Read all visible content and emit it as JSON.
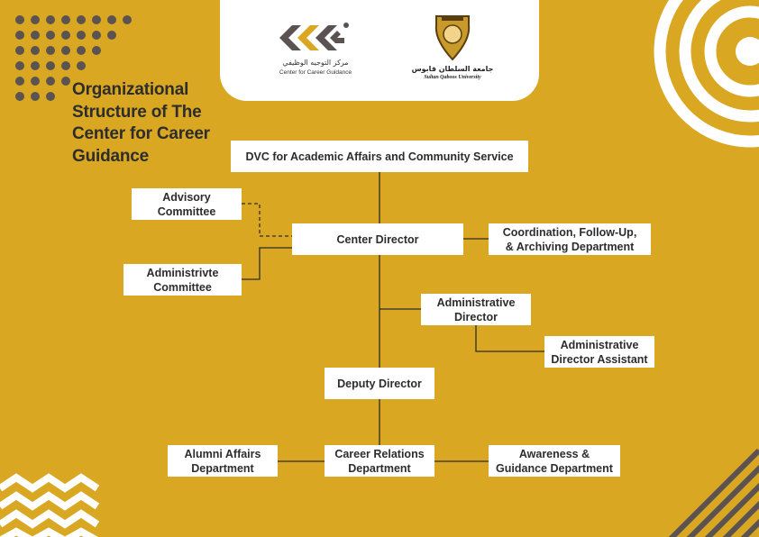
{
  "logos": {
    "ccg": {
      "name_ar": "مركز التوجيه الوظيفي",
      "name_en": "Center for Career Guidance"
    },
    "university": {
      "name_ar": "جامعة السلطان قابوس",
      "name_en": "Sultan Qaboos University"
    }
  },
  "title": "Organizational Structure of The Center for Career Guidance",
  "colors": {
    "background": "#d9a722",
    "box": "#ffffff",
    "text": "#2d2d2d",
    "connector": "#2d2d2d"
  },
  "org_chart": {
    "nodes": {
      "dvc": "DVC for Academic Affairs and Community Service",
      "advisory": "Advisory\nCommittee",
      "center_director": "Center Director",
      "coordination": "Coordination, Follow-Up,\n& Archiving Department",
      "administrative_committee": "Administrivte\nCommittee",
      "administrative_director": "Administrative\nDirector",
      "administrative_assistant": "Administrative\nDirector Assistant",
      "deputy_director": "Deputy Director",
      "alumni": "Alumni Affairs\nDepartment",
      "career_relations": "Career Relations\nDepartment",
      "awareness": "Awareness &\nGuidance Department"
    },
    "edges": [
      {
        "from": "dvc",
        "to": "center_director",
        "style": "solid"
      },
      {
        "from": "advisory",
        "to": "center_director",
        "style": "dashed"
      },
      {
        "from": "center_director",
        "to": "coordination",
        "style": "solid"
      },
      {
        "from": "administrative_committee",
        "to": "center_director",
        "style": "solid"
      },
      {
        "from": "center_director",
        "to": "deputy_director",
        "style": "solid"
      },
      {
        "from": "center_director",
        "to": "administrative_director",
        "style": "solid"
      },
      {
        "from": "administrative_director",
        "to": "administrative_assistant",
        "style": "solid"
      },
      {
        "from": "deputy_director",
        "to": "career_relations",
        "style": "solid"
      },
      {
        "from": "career_relations",
        "to": "alumni",
        "style": "solid"
      },
      {
        "from": "career_relations",
        "to": "awareness",
        "style": "solid"
      }
    ]
  }
}
